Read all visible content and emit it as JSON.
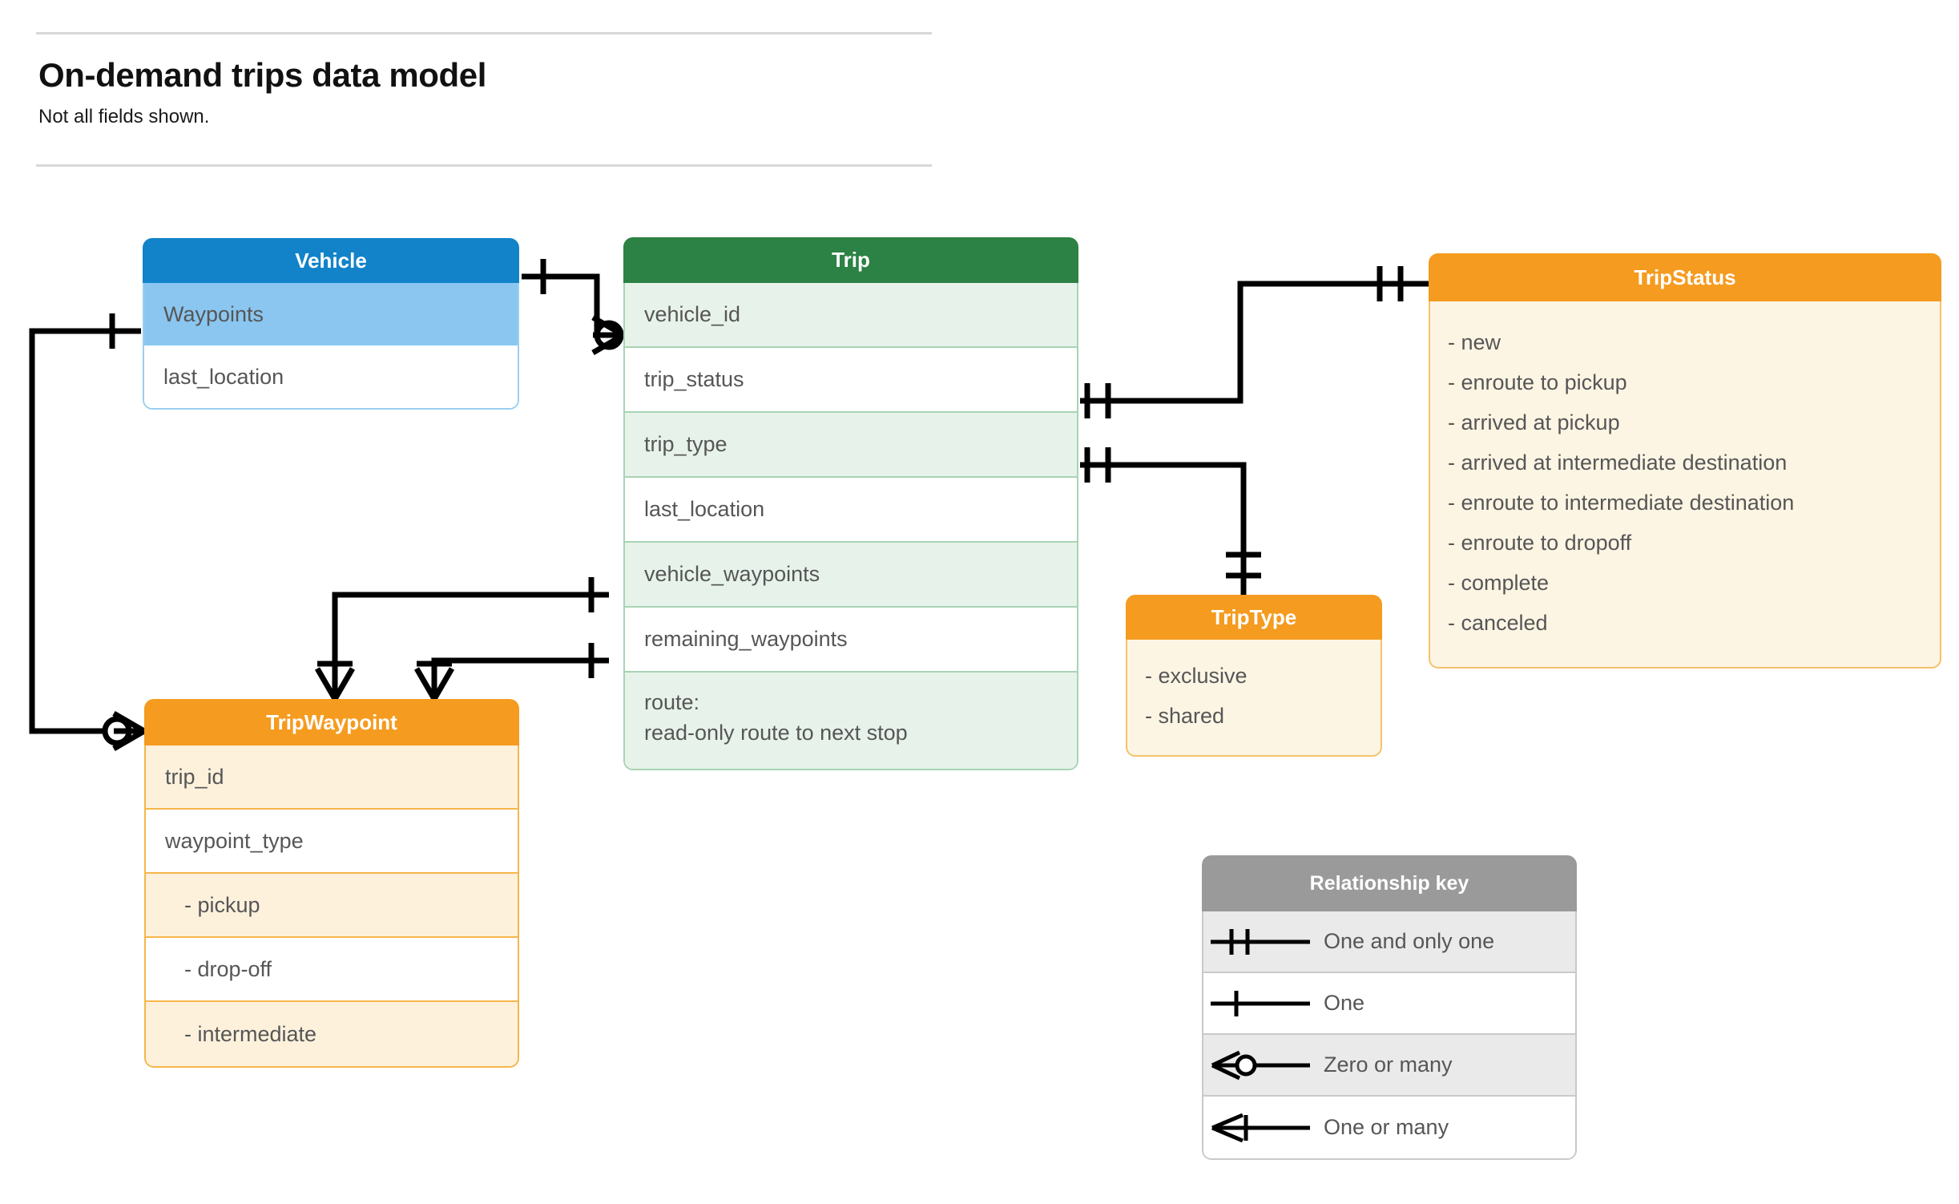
{
  "header": {
    "title": "On-demand trips data model",
    "subtitle": "Not all fields shown."
  },
  "colors": {
    "vehicle_header": "#1283C8",
    "vehicle_row": "#8AC6F0",
    "trip_header": "#2C8144",
    "trip_row": "#E7F3EA",
    "orange_header": "#F59B1F",
    "orange_fill": "#FDF5E4",
    "key_header": "#9A9A9A",
    "key_row": "#EAEAEA",
    "text": "#565656",
    "connector": "#000000"
  },
  "entities": {
    "vehicle": {
      "title": "Vehicle",
      "fields": [
        {
          "label": "Waypoints"
        },
        {
          "label": "last_location"
        }
      ]
    },
    "trip": {
      "title": "Trip",
      "fields": [
        {
          "label": "vehicle_id"
        },
        {
          "label": "trip_status"
        },
        {
          "label": "trip_type"
        },
        {
          "label": "last_location"
        },
        {
          "label": "vehicle_waypoints"
        },
        {
          "label": "remaining_waypoints"
        },
        {
          "label": "route:\nread-only route to next stop"
        }
      ]
    },
    "tripwaypoint": {
      "title": "TripWaypoint",
      "fields": [
        {
          "label": "trip_id"
        },
        {
          "label": "waypoint_type"
        },
        {
          "label": "-  pickup"
        },
        {
          "label": "-  drop-off"
        },
        {
          "label": "-  intermediate"
        }
      ]
    },
    "tripstatus": {
      "title": "TripStatus",
      "values": [
        "- new",
        "- enroute to pickup",
        "- arrived at pickup",
        "- arrived at intermediate destination",
        "- enroute to intermediate destination",
        "- enroute to dropoff",
        "- complete",
        "- canceled"
      ]
    },
    "triptype": {
      "title": "TripType",
      "values": [
        "- exclusive",
        "- shared"
      ]
    }
  },
  "relationship_key": {
    "title": "Relationship key",
    "items": [
      {
        "symbol": "one-and-only-one",
        "label": "One and only one"
      },
      {
        "symbol": "one",
        "label": "One"
      },
      {
        "symbol": "zero-or-many",
        "label": "Zero or many"
      },
      {
        "symbol": "one-or-many",
        "label": "One or many"
      }
    ]
  },
  "relationships": [
    {
      "from": "Vehicle",
      "from_card": "one",
      "to": "Trip.vehicle_id",
      "to_card": "zero-or-many"
    },
    {
      "from": "Vehicle.Waypoints",
      "from_card": "one",
      "to": "TripWaypoint",
      "to_card": "zero-or-many"
    },
    {
      "from": "Trip.trip_status",
      "from_card": "one-and-only-one",
      "to": "TripStatus",
      "to_card": "one-and-only-one"
    },
    {
      "from": "Trip.trip_type",
      "from_card": "one-and-only-one",
      "to": "TripType",
      "to_card": "one-and-only-one"
    },
    {
      "from": "Trip.vehicle_waypoints",
      "from_card": "one",
      "to": "TripWaypoint",
      "to_card": "one-or-many"
    },
    {
      "from": "Trip.remaining_waypoints",
      "from_card": "one",
      "to": "TripWaypoint",
      "to_card": "one-or-many"
    }
  ]
}
